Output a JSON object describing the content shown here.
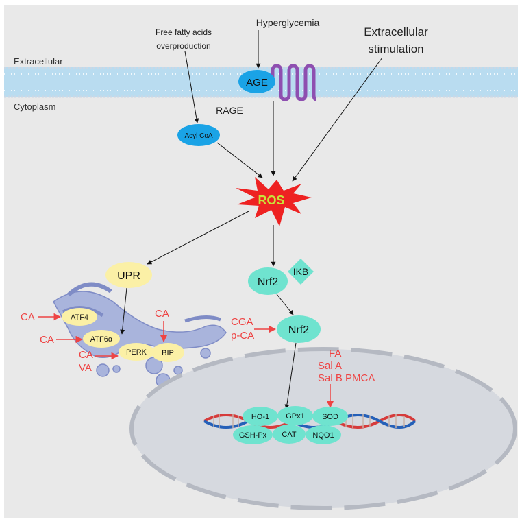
{
  "labels": {
    "extracellular": "Extracellular",
    "cytoplasm": "Cytoplasm",
    "free_fatty_acids_line1": "Free fatty acids",
    "free_fatty_acids_line2": "overproduction",
    "hyperglycemia": "Hyperglycemia",
    "extracellular_stim_line1": "Extracellular",
    "extracellular_stim_line2": "stimulation",
    "age": "AGE",
    "rage": "RAGE",
    "acyl_coa": "Acyl CoA",
    "ros": "ROS",
    "upr": "UPR",
    "nrf2_top": "Nrf2",
    "ikb": "IKB",
    "nrf2_mid": "Nrf2",
    "atf4": "ATF4",
    "atf6a": "ATF6α",
    "perk": "PERK",
    "bip": "BIP",
    "ho1": "HO-1",
    "gpx1": "GPx1",
    "sod": "SOD",
    "gshpx": "GSH-Px",
    "cat": "CAT",
    "nqo1": "NQO1"
  },
  "compounds": {
    "ca_atf4": "CA",
    "ca_atf6": "CA",
    "ca_perk": "CA",
    "va_perk": "VA",
    "ca_bip": "CA",
    "cga": "CGA",
    "pca": "p-CA",
    "fa": "FA",
    "sal_a": "Sal A",
    "sal_b_pmca": "Sal B PMCA"
  },
  "colors": {
    "background": "#e9e9e9",
    "membrane": "#b9dcf0",
    "er": "#a9b4dc",
    "nucleus": "#d6d9df",
    "age_blue": "#1aa3e6",
    "rage_purple": "#8e4fb0",
    "ros_red": "#ee2222",
    "ros_text": "#c9e23a",
    "yellow": "#fbf0a6",
    "teal": "#6fe3cf",
    "compound_red": "#ee4444"
  }
}
